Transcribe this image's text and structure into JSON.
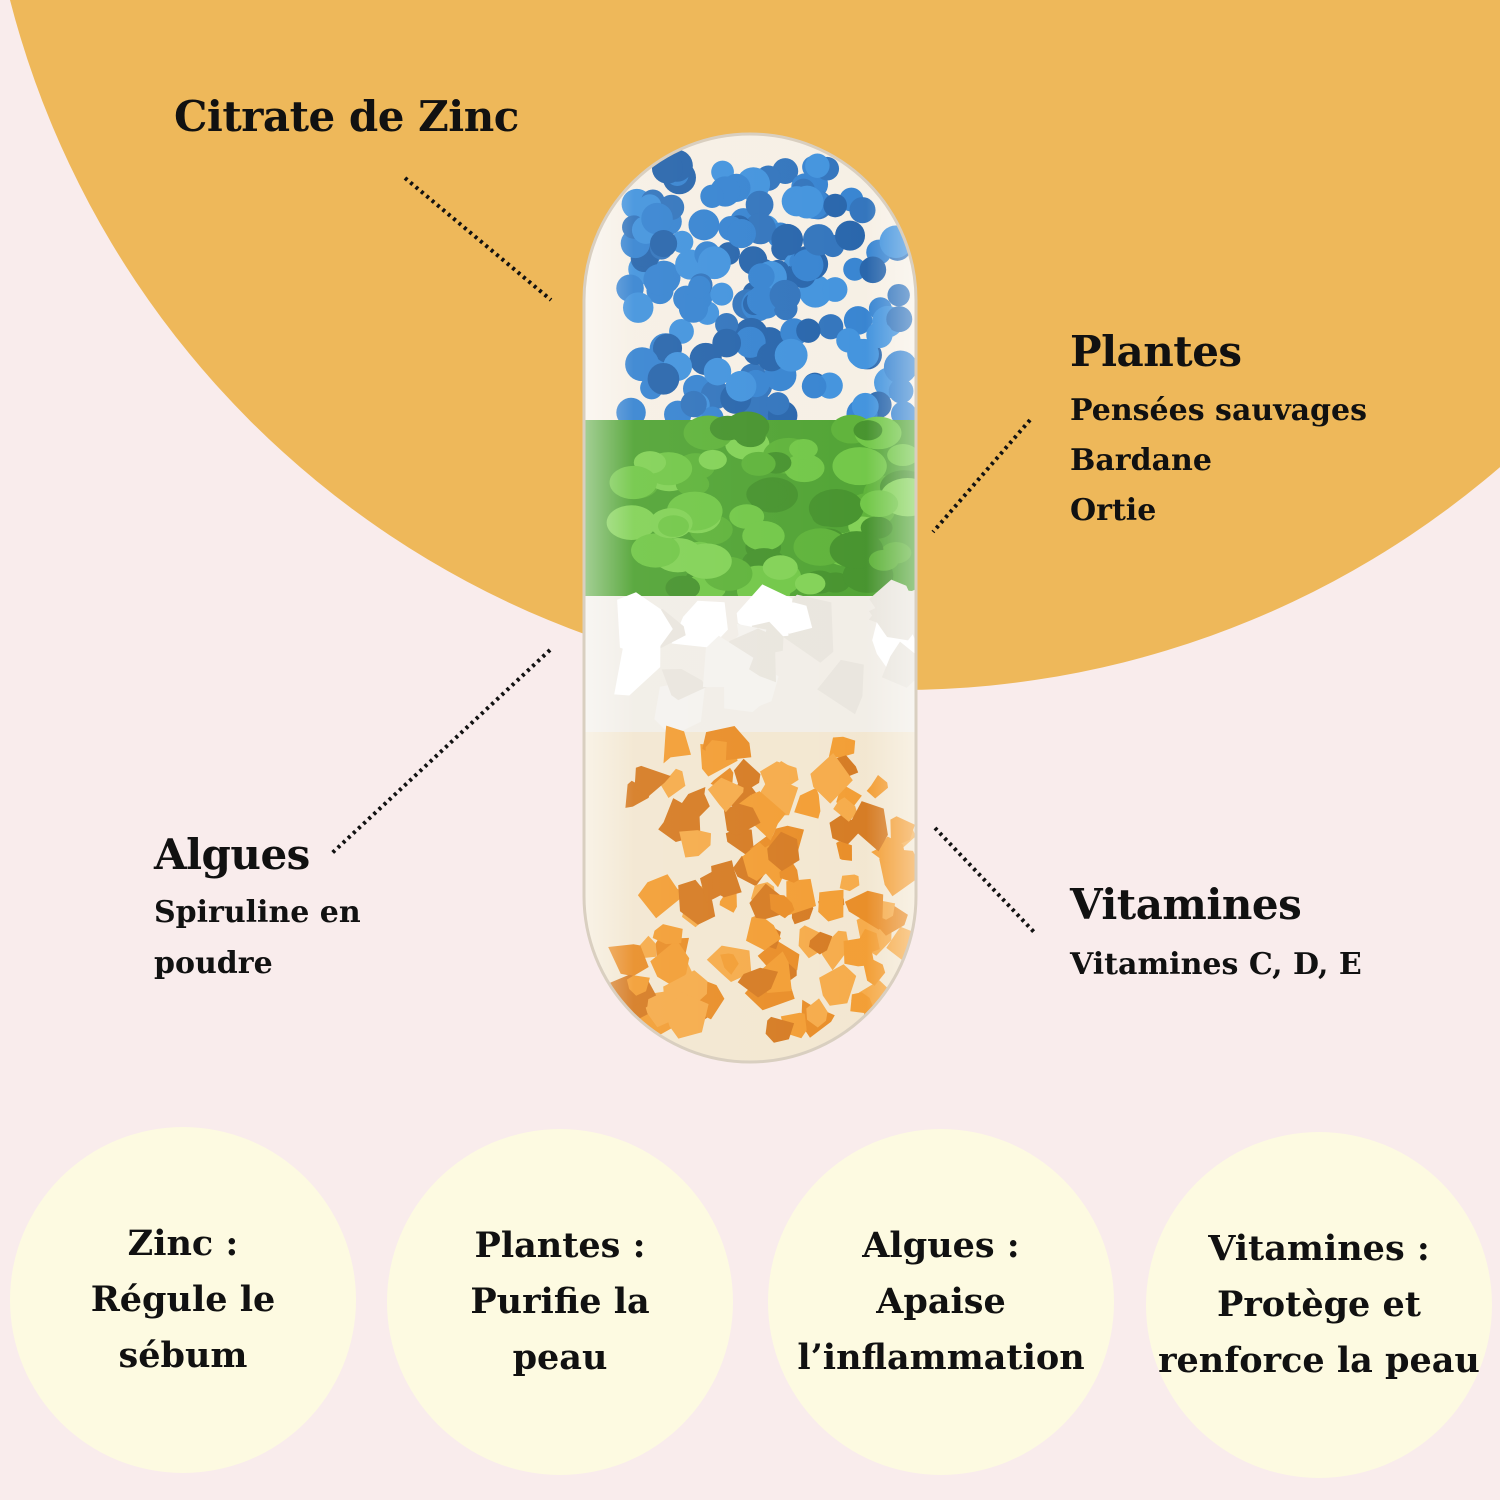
{
  "labels": {
    "zinc": {
      "title": "Citrate de Zinc"
    },
    "plantes": {
      "title": "Plantes",
      "items": [
        "Pensées sauvages",
        "Bardane",
        "Ortie"
      ]
    },
    "algues": {
      "title": "Algues",
      "items": [
        "Spiruline en",
        "poudre"
      ]
    },
    "vitamines": {
      "title": "Vitamines",
      "items": [
        "Vitamines C, D, E"
      ]
    }
  },
  "benefits": [
    {
      "lines": [
        "Zinc :",
        "Régule le",
        "sébum"
      ]
    },
    {
      "lines": [
        "Plantes :",
        "Purifie la",
        "peau"
      ]
    },
    {
      "lines": [
        "Algues :",
        "Apaise",
        "l’inflammation"
      ]
    },
    {
      "lines": [
        "Vitamines :",
        "Protège et",
        "renforce la peau"
      ]
    }
  ],
  "colors": {
    "background": "#f9ecec",
    "accent": "#eeb85a",
    "circle": "#fdfae1",
    "zinc": "#2f7fcf",
    "plants": "#5cb83a",
    "algae": "#f4f2ee",
    "vitamins": "#e8891f"
  }
}
